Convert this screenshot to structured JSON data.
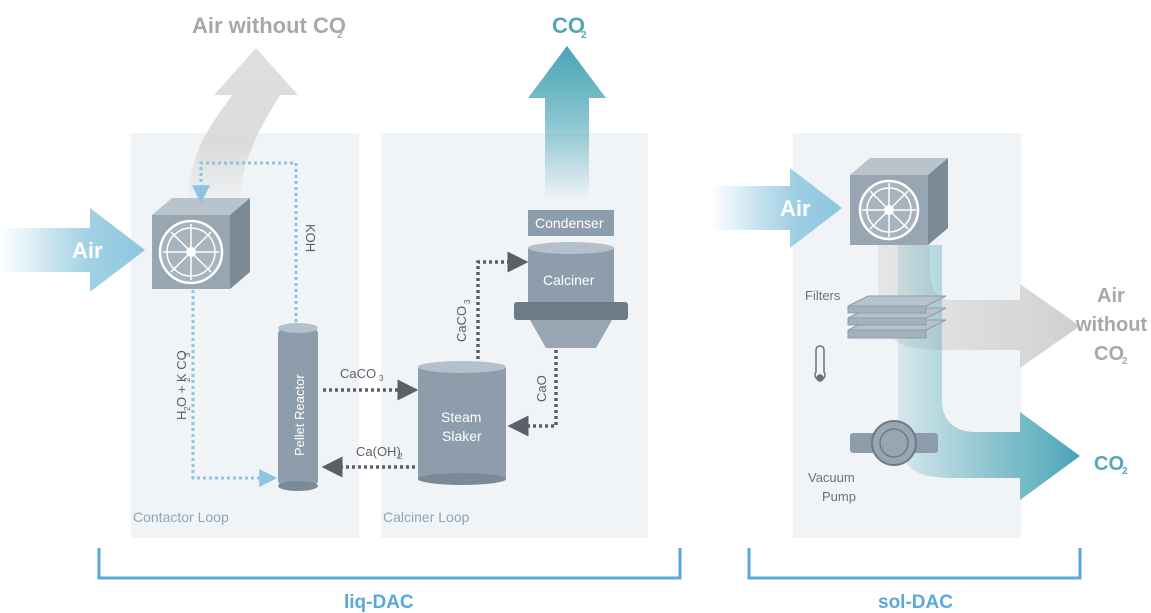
{
  "liq": {
    "air_in": "Air",
    "air_out": "Air without CO",
    "co2_out": "CO",
    "contactor_loop": "Contactor Loop",
    "calciner_loop": "Calciner Loop",
    "pellet_reactor": "Pellet Reactor",
    "steam_slaker_line1": "Steam",
    "steam_slaker_line2": "Slaker",
    "calciner": "Calciner",
    "condenser": "Condenser",
    "koh": "KOH",
    "h2o_k2co3": "H O + K CO",
    "caco3_to_slaker": "CaCO",
    "caco3_to_calciner": "CaCO",
    "cao": "CaO",
    "caoh2": "Ca(OH)",
    "bracket_label": "liq-DAC"
  },
  "sol": {
    "air_in": "Air",
    "filters": "Filters",
    "air_out_line1": "Air",
    "air_out_line2": "without",
    "air_out_line3": "CO",
    "vacuum_line1": "Vacuum",
    "vacuum_line2": "Pump",
    "co2_out": "CO",
    "bracket_label": "sol-DAC"
  },
  "subscripts": {
    "two": "2",
    "three": "3"
  },
  "colors": {
    "panel": "#f1f4f6",
    "air_blue": "#8cc6df",
    "co2_teal": "#3e9fb2",
    "grey_arrow": "#dcdcdc",
    "dotted_blue": "#8ec4e0",
    "dotted_dark": "#5a6068",
    "bracket": "#5aa8dc",
    "equipment": "#8e9dab"
  }
}
